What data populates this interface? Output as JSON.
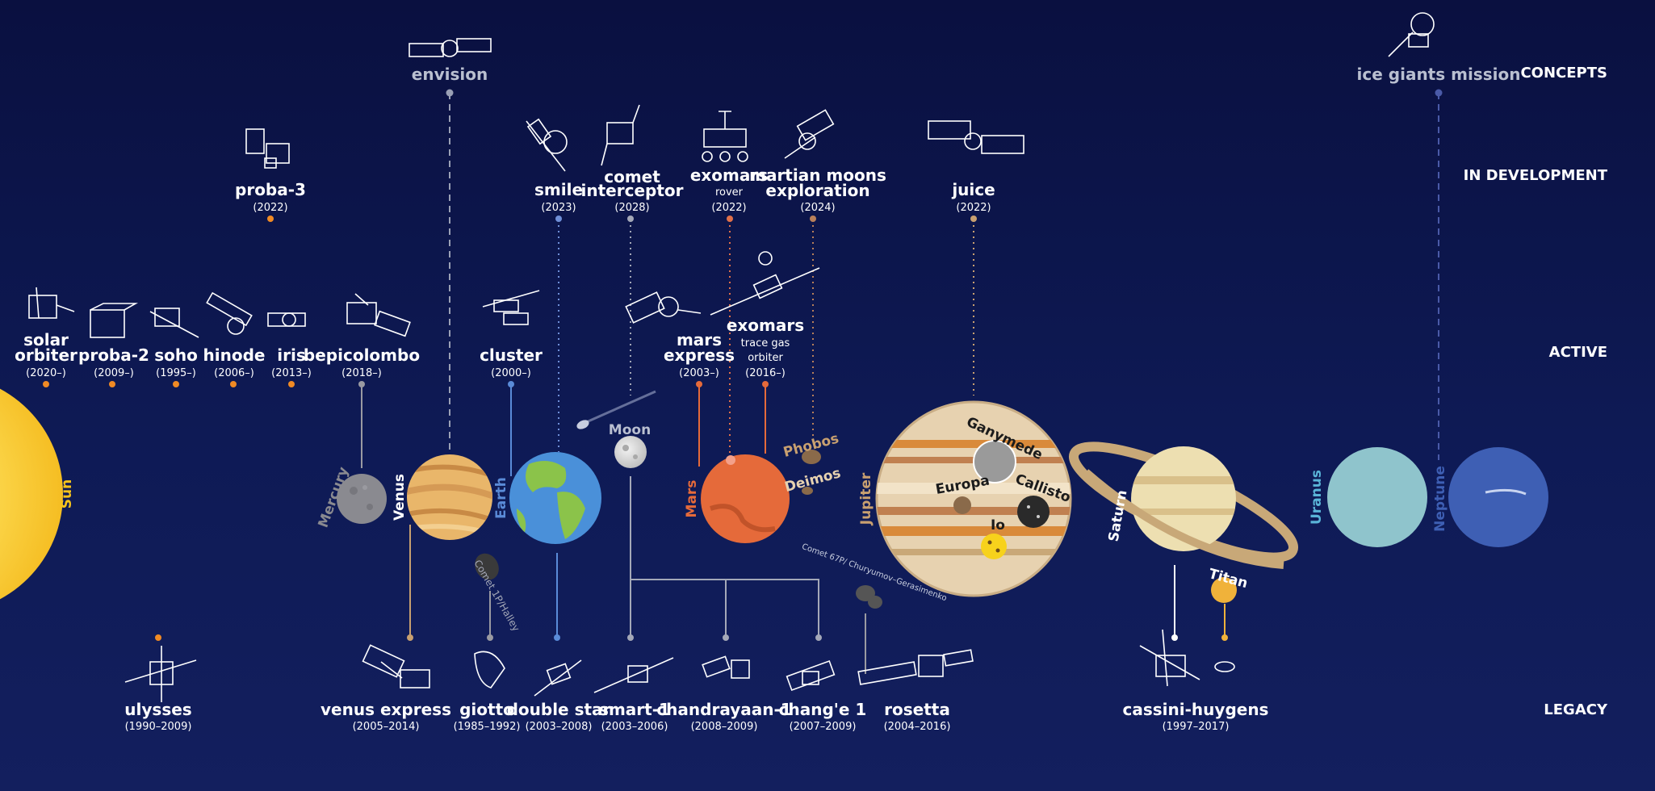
{
  "tiers": {
    "concepts": "CONCEPTS",
    "development": "IN DEVELOPMENT",
    "active": "ACTIVE",
    "legacy": "LEGACY"
  },
  "colors": {
    "background": "#0c1445",
    "sun": "#f7c31b",
    "mercury": "#8a8a90",
    "venus": "#e9b66a",
    "earth": "#4a90d9",
    "mars": "#e56a3a",
    "jupiter": "#e7d2b0",
    "saturn": "#eddfb1",
    "uranus": "#8fc4cc",
    "neptune": "#3e5fb4",
    "concept_line": "#b9bfd0",
    "active_dot": "#f08a24"
  },
  "bodies": {
    "sun": "Sun",
    "mercury": "Mercury",
    "venus": "Venus",
    "earth": "Earth",
    "moon": "Moon",
    "mars": "Mars",
    "phobos": "Phobos",
    "deimos": "Deimos",
    "jupiter": "Jupiter",
    "ganymede": "Ganymede",
    "europa": "Europa",
    "callisto": "Callisto",
    "io": "Io",
    "saturn": "Saturn",
    "titan": "Titan",
    "uranus": "Uranus",
    "neptune": "Neptune",
    "comet_halley": "Comet 1P/Halley",
    "comet_67p": "Comet 67P/ Churyumov–Gerasimenko"
  },
  "concepts": [
    {
      "name": "envision",
      "year": ""
    },
    {
      "name": "ice giants mission",
      "year": ""
    }
  ],
  "development": [
    {
      "name": "proba-3",
      "sub": "",
      "year": "(2022)"
    },
    {
      "name": "smile",
      "sub": "",
      "year": "(2023)"
    },
    {
      "name": "comet",
      "name2": "interceptor",
      "year": "(2028)"
    },
    {
      "name": "exomars",
      "sub": "rover",
      "year": "(2022)"
    },
    {
      "name": "martian moons",
      "name2": "exploration",
      "year": "(2024)"
    },
    {
      "name": "juice",
      "sub": "",
      "year": "(2022)"
    }
  ],
  "active": [
    {
      "name": "solar",
      "name2": "orbiter",
      "year": "(2020–)"
    },
    {
      "name": "proba-2",
      "year": "(2009–)"
    },
    {
      "name": "soho",
      "year": "(1995–)"
    },
    {
      "name": "hinode",
      "year": "(2006–)"
    },
    {
      "name": "iris",
      "year": "(2013–)"
    },
    {
      "name": "bepicolombo",
      "year": "(2018–)"
    },
    {
      "name": "cluster",
      "year": "(2000–)"
    },
    {
      "name": "mars",
      "name2": "express",
      "year": "(2003–)"
    },
    {
      "name": "exomars",
      "sub": "trace gas",
      "sub2": "orbiter",
      "year": "(2016–)"
    }
  ],
  "legacy": [
    {
      "name": "ulysses",
      "year": "(1990–2009)"
    },
    {
      "name": "venus express",
      "year": "(2005–2014)"
    },
    {
      "name": "giotto",
      "year": "(1985–1992)"
    },
    {
      "name": "double star",
      "year": "(2003–2008)"
    },
    {
      "name": "smart-1",
      "year": "(2003–2006)"
    },
    {
      "name": "chandrayaan-1",
      "year": "(2008–2009)"
    },
    {
      "name": "chang'e 1",
      "year": "(2007–2009)"
    },
    {
      "name": "rosetta",
      "year": "(2004–2016)"
    },
    {
      "name": "cassini-huygens",
      "year": "(1997–2017)"
    }
  ]
}
